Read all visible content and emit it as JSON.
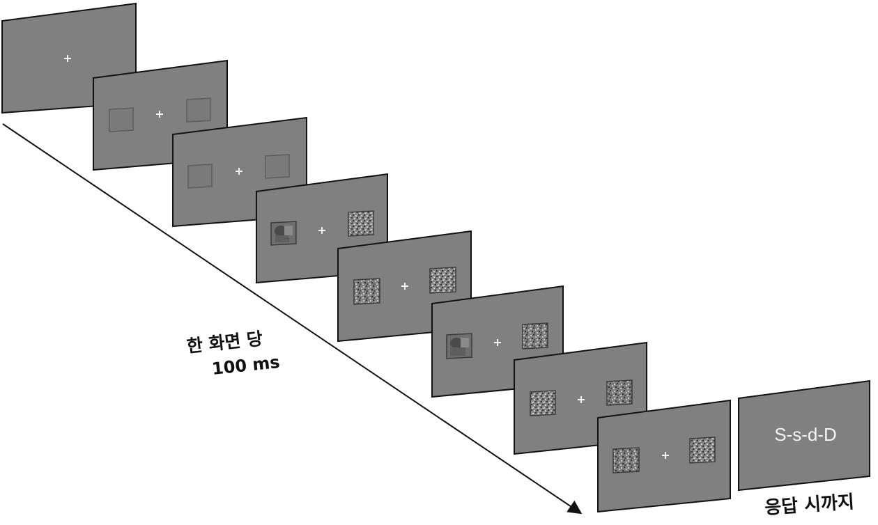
{
  "labels": {
    "duration_line1": "한 화면 당",
    "duration_line2": "100 ms",
    "until_response": "응답 시까지",
    "response_code": "S-s-d-D"
  },
  "frames": [
    {
      "name": "frame-fixation",
      "content": "fixation"
    },
    {
      "name": "frame-placeholders-1",
      "content": "placeholders"
    },
    {
      "name": "frame-placeholders-2",
      "content": "placeholders"
    },
    {
      "name": "frame-face-noise-1",
      "content": "face-left-noise-right"
    },
    {
      "name": "frame-noise-noise-1",
      "content": "noise-both"
    },
    {
      "name": "frame-face-noise-2",
      "content": "face-left-noise-right"
    },
    {
      "name": "frame-noise-noise-2",
      "content": "noise-both"
    },
    {
      "name": "frame-noise-noise-3",
      "content": "noise-both"
    },
    {
      "name": "frame-response",
      "content": "response"
    }
  ],
  "colors": {
    "frame_fill": "#808080",
    "frame_border": "#111111",
    "fixation": "#f2f2f2",
    "text": "#111111"
  }
}
